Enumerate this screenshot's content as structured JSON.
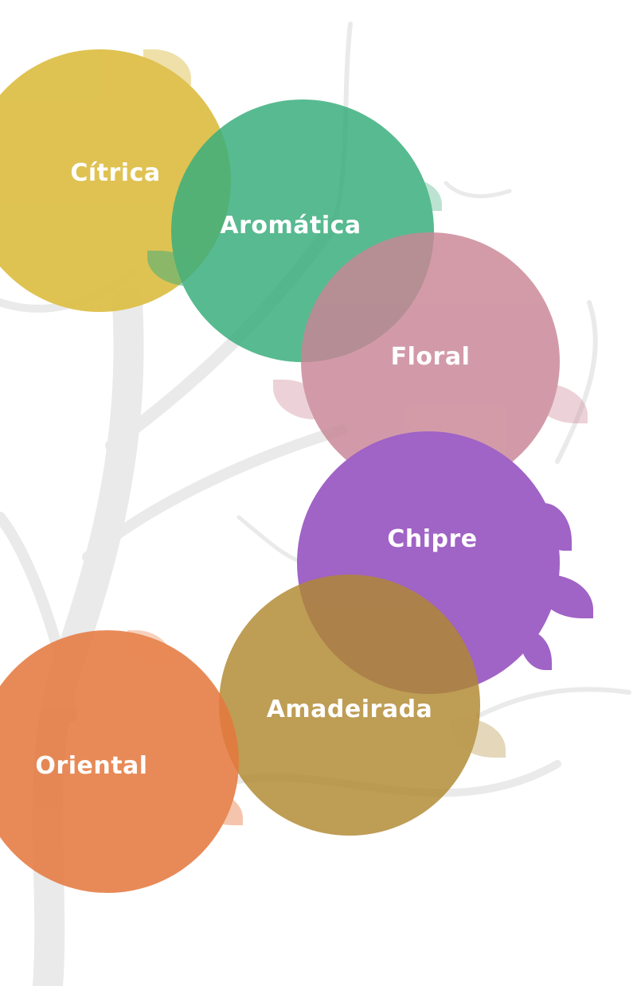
{
  "diagram": {
    "type": "scent-family-tree",
    "families": [
      {
        "label": "Cítrica",
        "color": "#DDBE45"
      },
      {
        "label": "Aromática",
        "color": "#3BAE7D"
      },
      {
        "label": "Floral",
        "color": "#C98595"
      },
      {
        "label": "Chipre",
        "color": "#A063C6"
      },
      {
        "label": "Amadeirada",
        "color": "#B58F47"
      },
      {
        "label": "Oriental",
        "color": "#E5793F"
      }
    ],
    "trunk_color": "#E9E9E9"
  }
}
